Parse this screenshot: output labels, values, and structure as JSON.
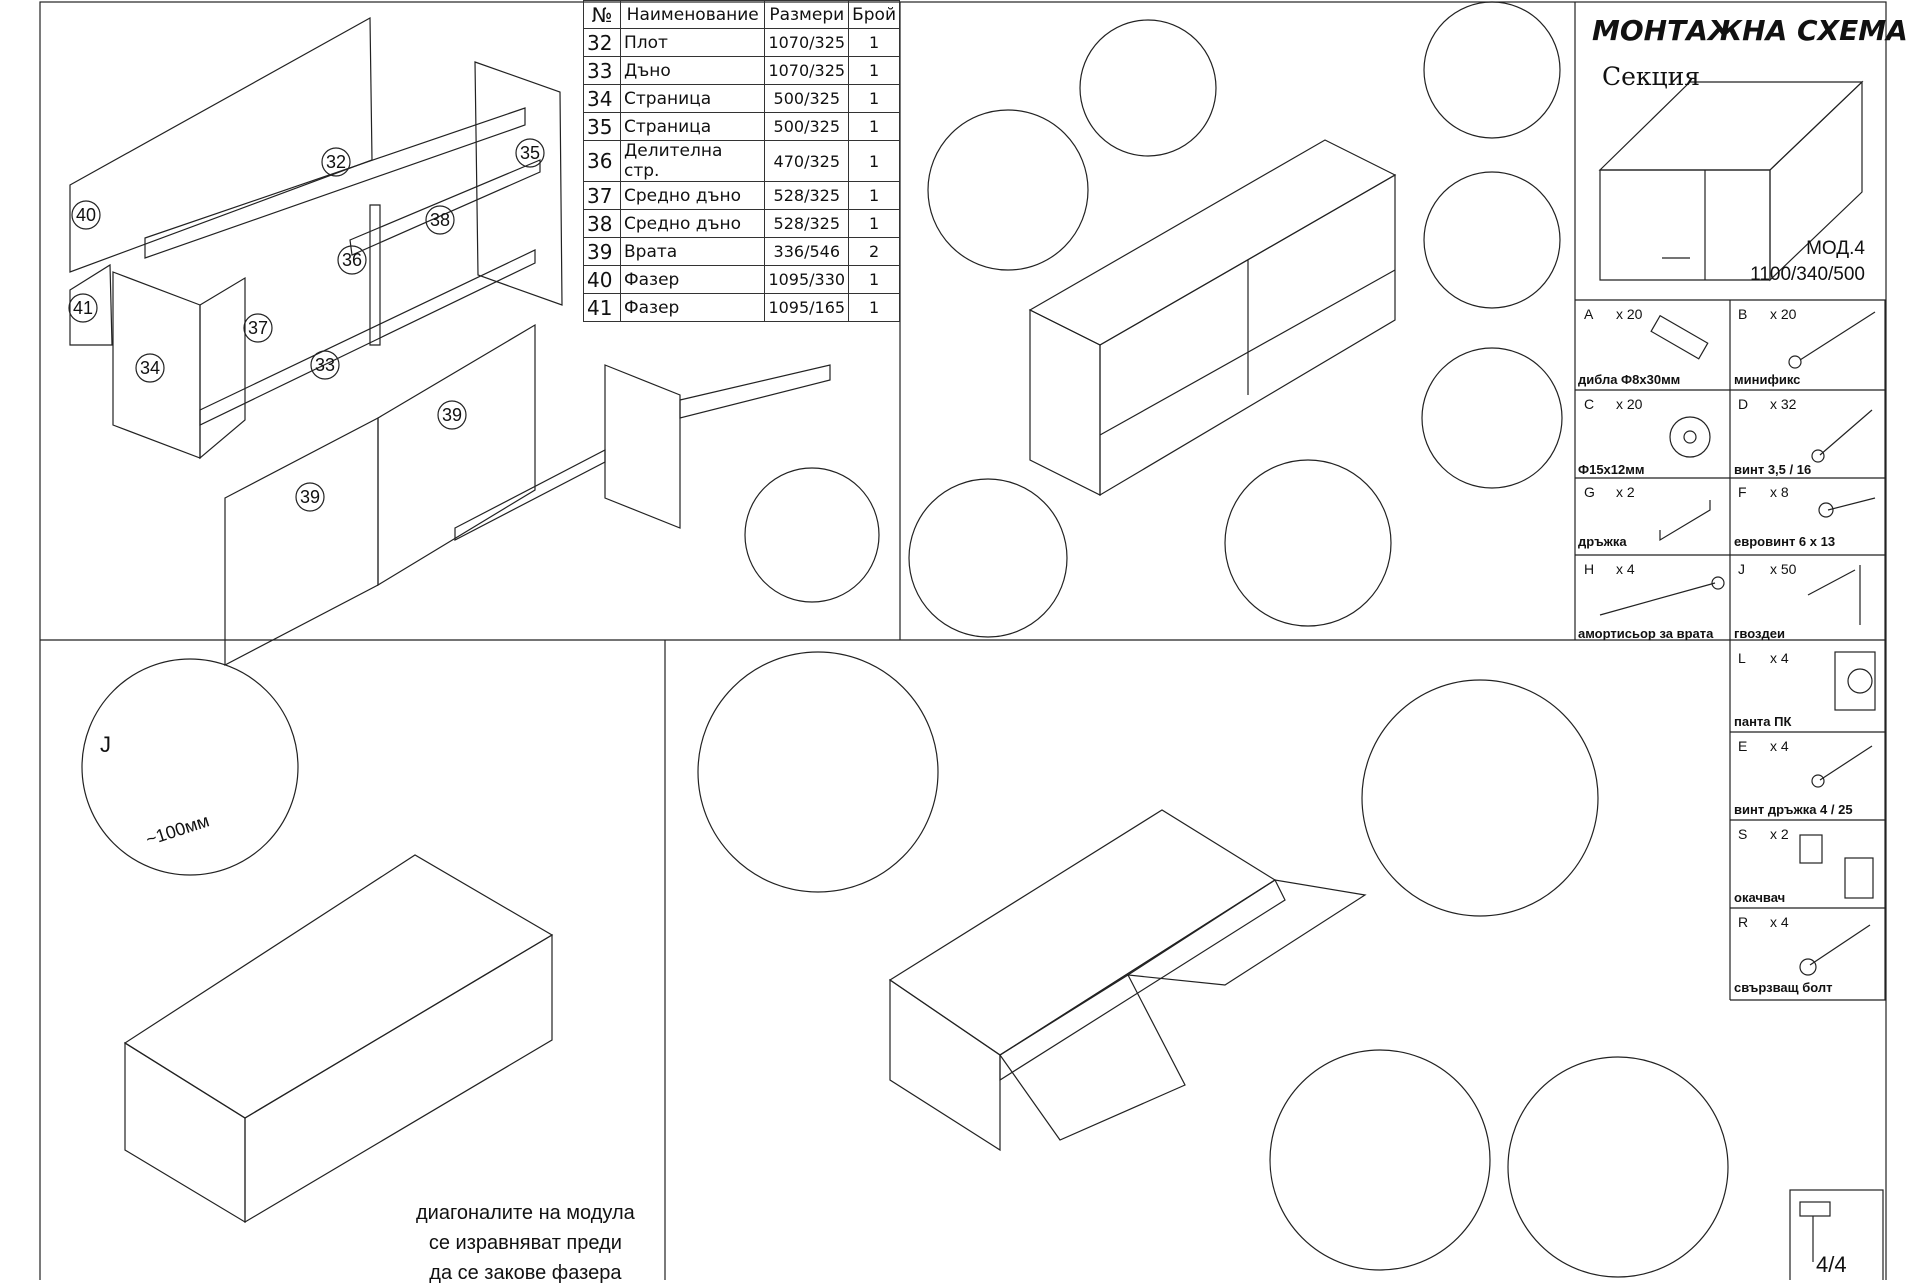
{
  "header": {
    "title": "МОНТАЖНА СХЕМА",
    "subtitle": "Секция",
    "model_name": "МОД.4",
    "model_size": "1100/340/500"
  },
  "parts_table": {
    "headers": [
      "№",
      "Наименование",
      "Размери",
      "Брой"
    ],
    "rows": [
      {
        "num": "32",
        "name": "Плот",
        "size": "1070/325",
        "qty": "1"
      },
      {
        "num": "33",
        "name": "Дъно",
        "size": "1070/325",
        "qty": "1"
      },
      {
        "num": "34",
        "name": "Страница",
        "size": "500/325",
        "qty": "1"
      },
      {
        "num": "35",
        "name": "Страница",
        "size": "500/325",
        "qty": "1"
      },
      {
        "num": "36",
        "name": "Делителна стр.",
        "size": "470/325",
        "qty": "1"
      },
      {
        "num": "37",
        "name": "Средно дъно",
        "size": "528/325",
        "qty": "1"
      },
      {
        "num": "38",
        "name": "Средно дъно",
        "size": "528/325",
        "qty": "1"
      },
      {
        "num": "39",
        "name": "Врата",
        "size": "336/546",
        "qty": "2"
      },
      {
        "num": "40",
        "name": "Фазер",
        "size": "1095/330",
        "qty": "1"
      },
      {
        "num": "41",
        "name": "Фазер",
        "size": "1095/165",
        "qty": "1"
      }
    ]
  },
  "part_labels": [
    "32",
    "35",
    "40",
    "38",
    "36",
    "41",
    "37",
    "34",
    "33",
    "39",
    "39"
  ],
  "hardware": [
    {
      "letter": "A",
      "count": "x 20",
      "name": "дибла  Ф8х30мм",
      "icon": "dowel-icon"
    },
    {
      "letter": "B",
      "count": "x 20",
      "name": "минификс",
      "icon": "minifix-bolt-icon"
    },
    {
      "letter": "C",
      "count": "x 20",
      "name": "Ф15х12мм",
      "icon": "cam-lock-icon"
    },
    {
      "letter": "D",
      "count": "x 32",
      "name": "винт 3,5 / 16",
      "icon": "screw-icon"
    },
    {
      "letter": "G",
      "count": "x 2",
      "name": "дръжка",
      "icon": "handle-icon"
    },
    {
      "letter": "F",
      "count": "x 8",
      "name": "евровинт 6 х 13",
      "icon": "euro-screw-icon"
    },
    {
      "letter": "H",
      "count": "x 4",
      "name": "амортисьор за врата",
      "icon": "gas-strut-icon"
    },
    {
      "letter": "J",
      "count": "x 50",
      "name": "гвоздеи",
      "icon": "nail-icon"
    },
    {
      "letter": "L",
      "count": "x 4",
      "name": "панта ПК",
      "icon": "hinge-icon"
    },
    {
      "letter": "E",
      "count": "x 4",
      "name": "винт дръжка 4 / 25",
      "icon": "handle-screw-icon"
    },
    {
      "letter": "S",
      "count": "x 2",
      "name": "окачвач",
      "icon": "hanger-icon"
    },
    {
      "letter": "R",
      "count": "x 4",
      "name": "свързващ болт",
      "icon": "connecting-bolt-icon"
    }
  ],
  "detail_letters": {
    "spacing": "~100мм",
    "nail_label": "J"
  },
  "note_lines": [
    "диагоналите на модула",
    "се изравняват преди",
    "да се закове фазера"
  ],
  "page_number": "4/4"
}
